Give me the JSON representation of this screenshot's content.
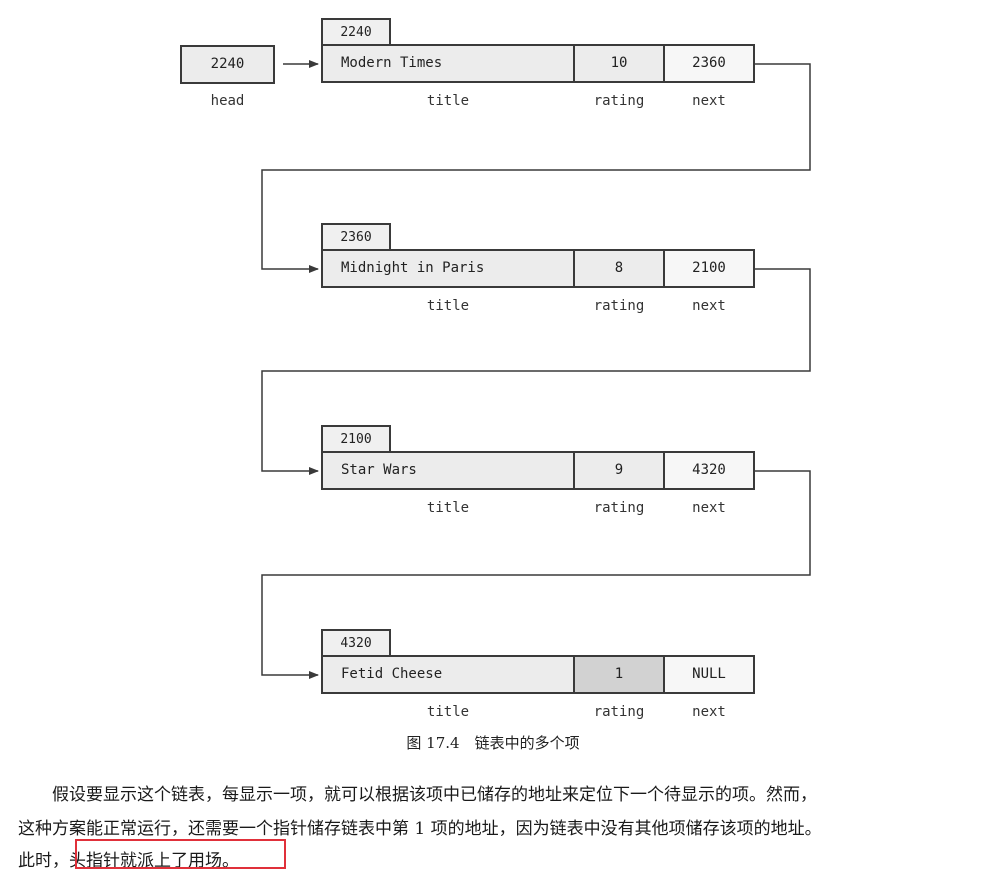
{
  "head": {
    "value": "2240",
    "label": "head"
  },
  "field_labels": {
    "title": "title",
    "rating": "rating",
    "next": "next"
  },
  "nodes": [
    {
      "address": "2240",
      "title": "Modern Times",
      "rating": "10",
      "next": "2360"
    },
    {
      "address": "2360",
      "title": "Midnight in Paris",
      "rating": "8",
      "next": "2100"
    },
    {
      "address": "2100",
      "title": "Star Wars",
      "rating": "9",
      "next": "4320"
    },
    {
      "address": "4320",
      "title": "Fetid Cheese",
      "rating": "1",
      "next": "NULL"
    }
  ],
  "caption": "图 17.4　链表中的多个项",
  "paragraph": {
    "line1": "　　假设要显示这个链表，每显示一项，就可以根据该项中已储存的地址来定位下一个待显示的项。然而，",
    "line2": "这种方案能正常运行，还需要一个指针储存链表中第 1 项的地址，因为链表中没有其他项储存该项的地址。",
    "line3_prefix": "此时，",
    "line3_highlight": "头指针就派上了用场。"
  },
  "colors": {
    "highlight": "#e0303a",
    "line": "#3a3a3a"
  }
}
